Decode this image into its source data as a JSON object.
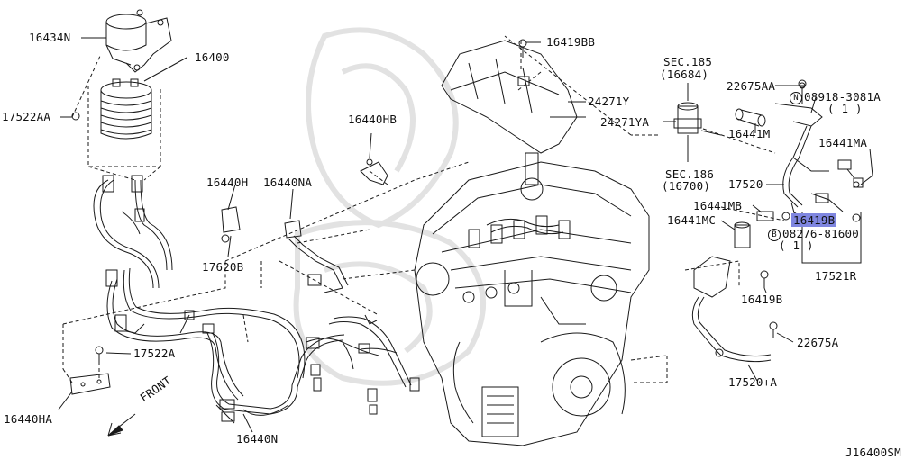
{
  "diagram_id": "J16400SM",
  "labels": {
    "p16434N": "16434N",
    "p16400": "16400",
    "p17522AA": "17522AA",
    "p16419BB": "16419BB",
    "p24271Y": "24271Y",
    "p24271YA": "24271YA",
    "sec185": "SEC.185",
    "sec185_code": "(16684)",
    "sec186": "SEC.186",
    "sec186_code": "(16700)",
    "p22675AA": "22675AA",
    "n_symbol": "N",
    "p08918": "08918-3081A",
    "p08918_qty": "( 1 )",
    "p16441M": "16441M",
    "p16441MA": "16441MA",
    "p16440HB": "16440HB",
    "p17520": "17520",
    "p16441MB": "16441MB",
    "p16419B_hl": "16419B",
    "p16441MC": "16441MC",
    "b_symbol": "B",
    "p08276": "08276-81600",
    "p08276_qty": "( 1 )",
    "p16440H": "16440H",
    "p16440NA": "16440NA",
    "p17620B": "17620B",
    "p17521R": "17521R",
    "p16419B": "16419B",
    "p17522A": "17522A",
    "p22675A": "22675A",
    "p16440HA": "16440HA",
    "front": "FRONT",
    "p17520A": "17520+A",
    "p16440N": "16440N"
  },
  "colors": {
    "line": "#1a1a1a",
    "highlight": "#7f86e0",
    "watermark": "#e2e2e2"
  }
}
